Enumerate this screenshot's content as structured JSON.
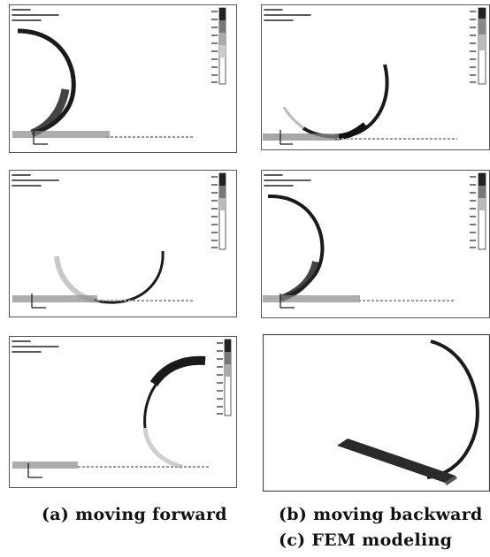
{
  "figure": {
    "captions": {
      "a": "(a) moving forward",
      "b": "(b) moving backward",
      "c": "(c) FEM modeling"
    },
    "colors": {
      "ink": "#1a1a1a",
      "frame": "#444444",
      "ground": "#8a8a8a",
      "legend_dark": "#222222",
      "legend_light": "#d8d8d8"
    }
  }
}
